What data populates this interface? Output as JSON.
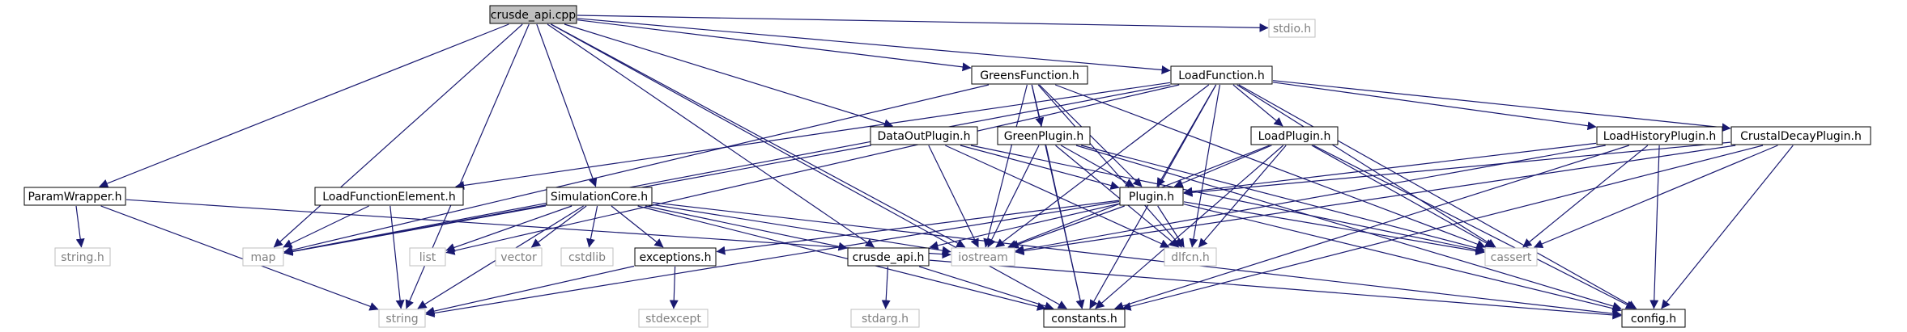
{
  "diagram": {
    "colors": {
      "edge": "#191970",
      "root_fill": "#c0c0c0",
      "node_border": "#000000",
      "ext_border": "#bfbfbf",
      "ext_text": "#808080",
      "text": "#000000"
    },
    "nodes": [
      {
        "id": "crusde_api_cpp",
        "label": "crusde_api.cpp",
        "style": "root"
      },
      {
        "id": "greens_function_h",
        "label": "GreensFunction.h",
        "style": "normal"
      },
      {
        "id": "load_function_h",
        "label": "LoadFunction.h",
        "style": "normal"
      },
      {
        "id": "stdio_h",
        "label": "stdio.h",
        "style": "external"
      },
      {
        "id": "data_out_plugin_h",
        "label": "DataOutPlugin.h",
        "style": "normal"
      },
      {
        "id": "green_plugin_h",
        "label": "GreenPlugin.h",
        "style": "normal"
      },
      {
        "id": "load_plugin_h",
        "label": "LoadPlugin.h",
        "style": "normal"
      },
      {
        "id": "load_history_plugin_h",
        "label": "LoadHistoryPlugin.h",
        "style": "normal"
      },
      {
        "id": "crustal_decay_plugin_h",
        "label": "CrustalDecayPlugin.h",
        "style": "normal"
      },
      {
        "id": "param_wrapper_h",
        "label": "ParamWrapper.h",
        "style": "normal"
      },
      {
        "id": "load_function_element_h",
        "label": "LoadFunctionElement.h",
        "style": "normal"
      },
      {
        "id": "simulation_core_h",
        "label": "SimulationCore.h",
        "style": "normal"
      },
      {
        "id": "plugin_h",
        "label": "Plugin.h",
        "style": "normal"
      },
      {
        "id": "string_h",
        "label": "string.h",
        "style": "external"
      },
      {
        "id": "map",
        "label": "map",
        "style": "external"
      },
      {
        "id": "list",
        "label": "list",
        "style": "external"
      },
      {
        "id": "vector",
        "label": "vector",
        "style": "external"
      },
      {
        "id": "cstdlib",
        "label": "cstdlib",
        "style": "external"
      },
      {
        "id": "exceptions_h",
        "label": "exceptions.h",
        "style": "normal"
      },
      {
        "id": "crusde_api_h",
        "label": "crusde_api.h",
        "style": "normal"
      },
      {
        "id": "iostream",
        "label": "iostream",
        "style": "external"
      },
      {
        "id": "dlfcn_h",
        "label": "dlfcn.h",
        "style": "external"
      },
      {
        "id": "cassert",
        "label": "cassert",
        "style": "external"
      },
      {
        "id": "string",
        "label": "string",
        "style": "external"
      },
      {
        "id": "stdexcept",
        "label": "stdexcept",
        "style": "external"
      },
      {
        "id": "stdarg_h",
        "label": "stdarg.h",
        "style": "external"
      },
      {
        "id": "constants_h",
        "label": "constants.h",
        "style": "normal"
      },
      {
        "id": "config_h",
        "label": "config.h",
        "style": "normal"
      }
    ],
    "edges": [
      [
        "crusde_api_cpp",
        "greens_function_h"
      ],
      [
        "crusde_api_cpp",
        "load_function_h"
      ],
      [
        "crusde_api_cpp",
        "stdio_h"
      ],
      [
        "crusde_api_cpp",
        "data_out_plugin_h"
      ],
      [
        "crusde_api_cpp",
        "param_wrapper_h"
      ],
      [
        "crusde_api_cpp",
        "simulation_core_h"
      ],
      [
        "crusde_api_cpp",
        "map"
      ],
      [
        "crusde_api_cpp",
        "string"
      ],
      [
        "crusde_api_cpp",
        "iostream"
      ],
      [
        "crusde_api_cpp",
        "crusde_api_h"
      ],
      [
        "crusde_api_cpp",
        "constants_h"
      ],
      [
        "greens_function_h",
        "green_plugin_h"
      ],
      [
        "greens_function_h",
        "plugin_h"
      ],
      [
        "greens_function_h",
        "map"
      ],
      [
        "greens_function_h",
        "iostream"
      ],
      [
        "greens_function_h",
        "dlfcn_h"
      ],
      [
        "greens_function_h",
        "cassert"
      ],
      [
        "greens_function_h",
        "constants_h"
      ],
      [
        "load_function_h",
        "load_plugin_h"
      ],
      [
        "load_function_h",
        "load_history_plugin_h"
      ],
      [
        "load_function_h",
        "crustal_decay_plugin_h"
      ],
      [
        "load_function_h",
        "load_function_element_h"
      ],
      [
        "load_function_h",
        "plugin_h"
      ],
      [
        "load_function_h",
        "map"
      ],
      [
        "load_function_h",
        "list"
      ],
      [
        "load_function_h",
        "iostream"
      ],
      [
        "load_function_h",
        "dlfcn_h"
      ],
      [
        "load_function_h",
        "cassert"
      ],
      [
        "load_function_h",
        "constants_h"
      ],
      [
        "load_function_h",
        "config_h"
      ],
      [
        "data_out_plugin_h",
        "plugin_h"
      ],
      [
        "data_out_plugin_h",
        "map"
      ],
      [
        "data_out_plugin_h",
        "iostream"
      ],
      [
        "data_out_plugin_h",
        "dlfcn_h"
      ],
      [
        "data_out_plugin_h",
        "cassert"
      ],
      [
        "green_plugin_h",
        "plugin_h"
      ],
      [
        "green_plugin_h",
        "iostream"
      ],
      [
        "green_plugin_h",
        "dlfcn_h"
      ],
      [
        "green_plugin_h",
        "cassert"
      ],
      [
        "green_plugin_h",
        "constants_h"
      ],
      [
        "green_plugin_h",
        "config_h"
      ],
      [
        "load_plugin_h",
        "plugin_h"
      ],
      [
        "load_plugin_h",
        "iostream"
      ],
      [
        "load_plugin_h",
        "dlfcn_h"
      ],
      [
        "load_plugin_h",
        "cassert"
      ],
      [
        "load_plugin_h",
        "constants_h"
      ],
      [
        "load_plugin_h",
        "config_h"
      ],
      [
        "load_history_plugin_h",
        "plugin_h"
      ],
      [
        "load_history_plugin_h",
        "iostream"
      ],
      [
        "load_history_plugin_h",
        "cassert"
      ],
      [
        "load_history_plugin_h",
        "constants_h"
      ],
      [
        "load_history_plugin_h",
        "config_h"
      ],
      [
        "crustal_decay_plugin_h",
        "plugin_h"
      ],
      [
        "crustal_decay_plugin_h",
        "iostream"
      ],
      [
        "crustal_decay_plugin_h",
        "cassert"
      ],
      [
        "crustal_decay_plugin_h",
        "constants_h"
      ],
      [
        "crustal_decay_plugin_h",
        "config_h"
      ],
      [
        "param_wrapper_h",
        "string_h"
      ],
      [
        "param_wrapper_h",
        "string"
      ],
      [
        "param_wrapper_h",
        "iostream"
      ],
      [
        "load_function_element_h",
        "map"
      ],
      [
        "load_function_element_h",
        "string"
      ],
      [
        "simulation_core_h",
        "map"
      ],
      [
        "simulation_core_h",
        "list"
      ],
      [
        "simulation_core_h",
        "vector"
      ],
      [
        "simulation_core_h",
        "cstdlib"
      ],
      [
        "simulation_core_h",
        "exceptions_h"
      ],
      [
        "simulation_core_h",
        "crusde_api_h"
      ],
      [
        "simulation_core_h",
        "string"
      ],
      [
        "simulation_core_h",
        "iostream"
      ],
      [
        "simulation_core_h",
        "constants_h"
      ],
      [
        "simulation_core_h",
        "config_h"
      ],
      [
        "plugin_h",
        "exceptions_h"
      ],
      [
        "plugin_h",
        "crusde_api_h"
      ],
      [
        "plugin_h",
        "iostream"
      ],
      [
        "plugin_h",
        "dlfcn_h"
      ],
      [
        "plugin_h",
        "cassert"
      ],
      [
        "plugin_h",
        "string"
      ],
      [
        "plugin_h",
        "config_h"
      ],
      [
        "exceptions_h",
        "string"
      ],
      [
        "exceptions_h",
        "stdexcept"
      ],
      [
        "crusde_api_h",
        "stdarg_h"
      ],
      [
        "crusde_api_h",
        "constants_h"
      ],
      [
        "crusde_api_h",
        "config_h"
      ]
    ]
  }
}
